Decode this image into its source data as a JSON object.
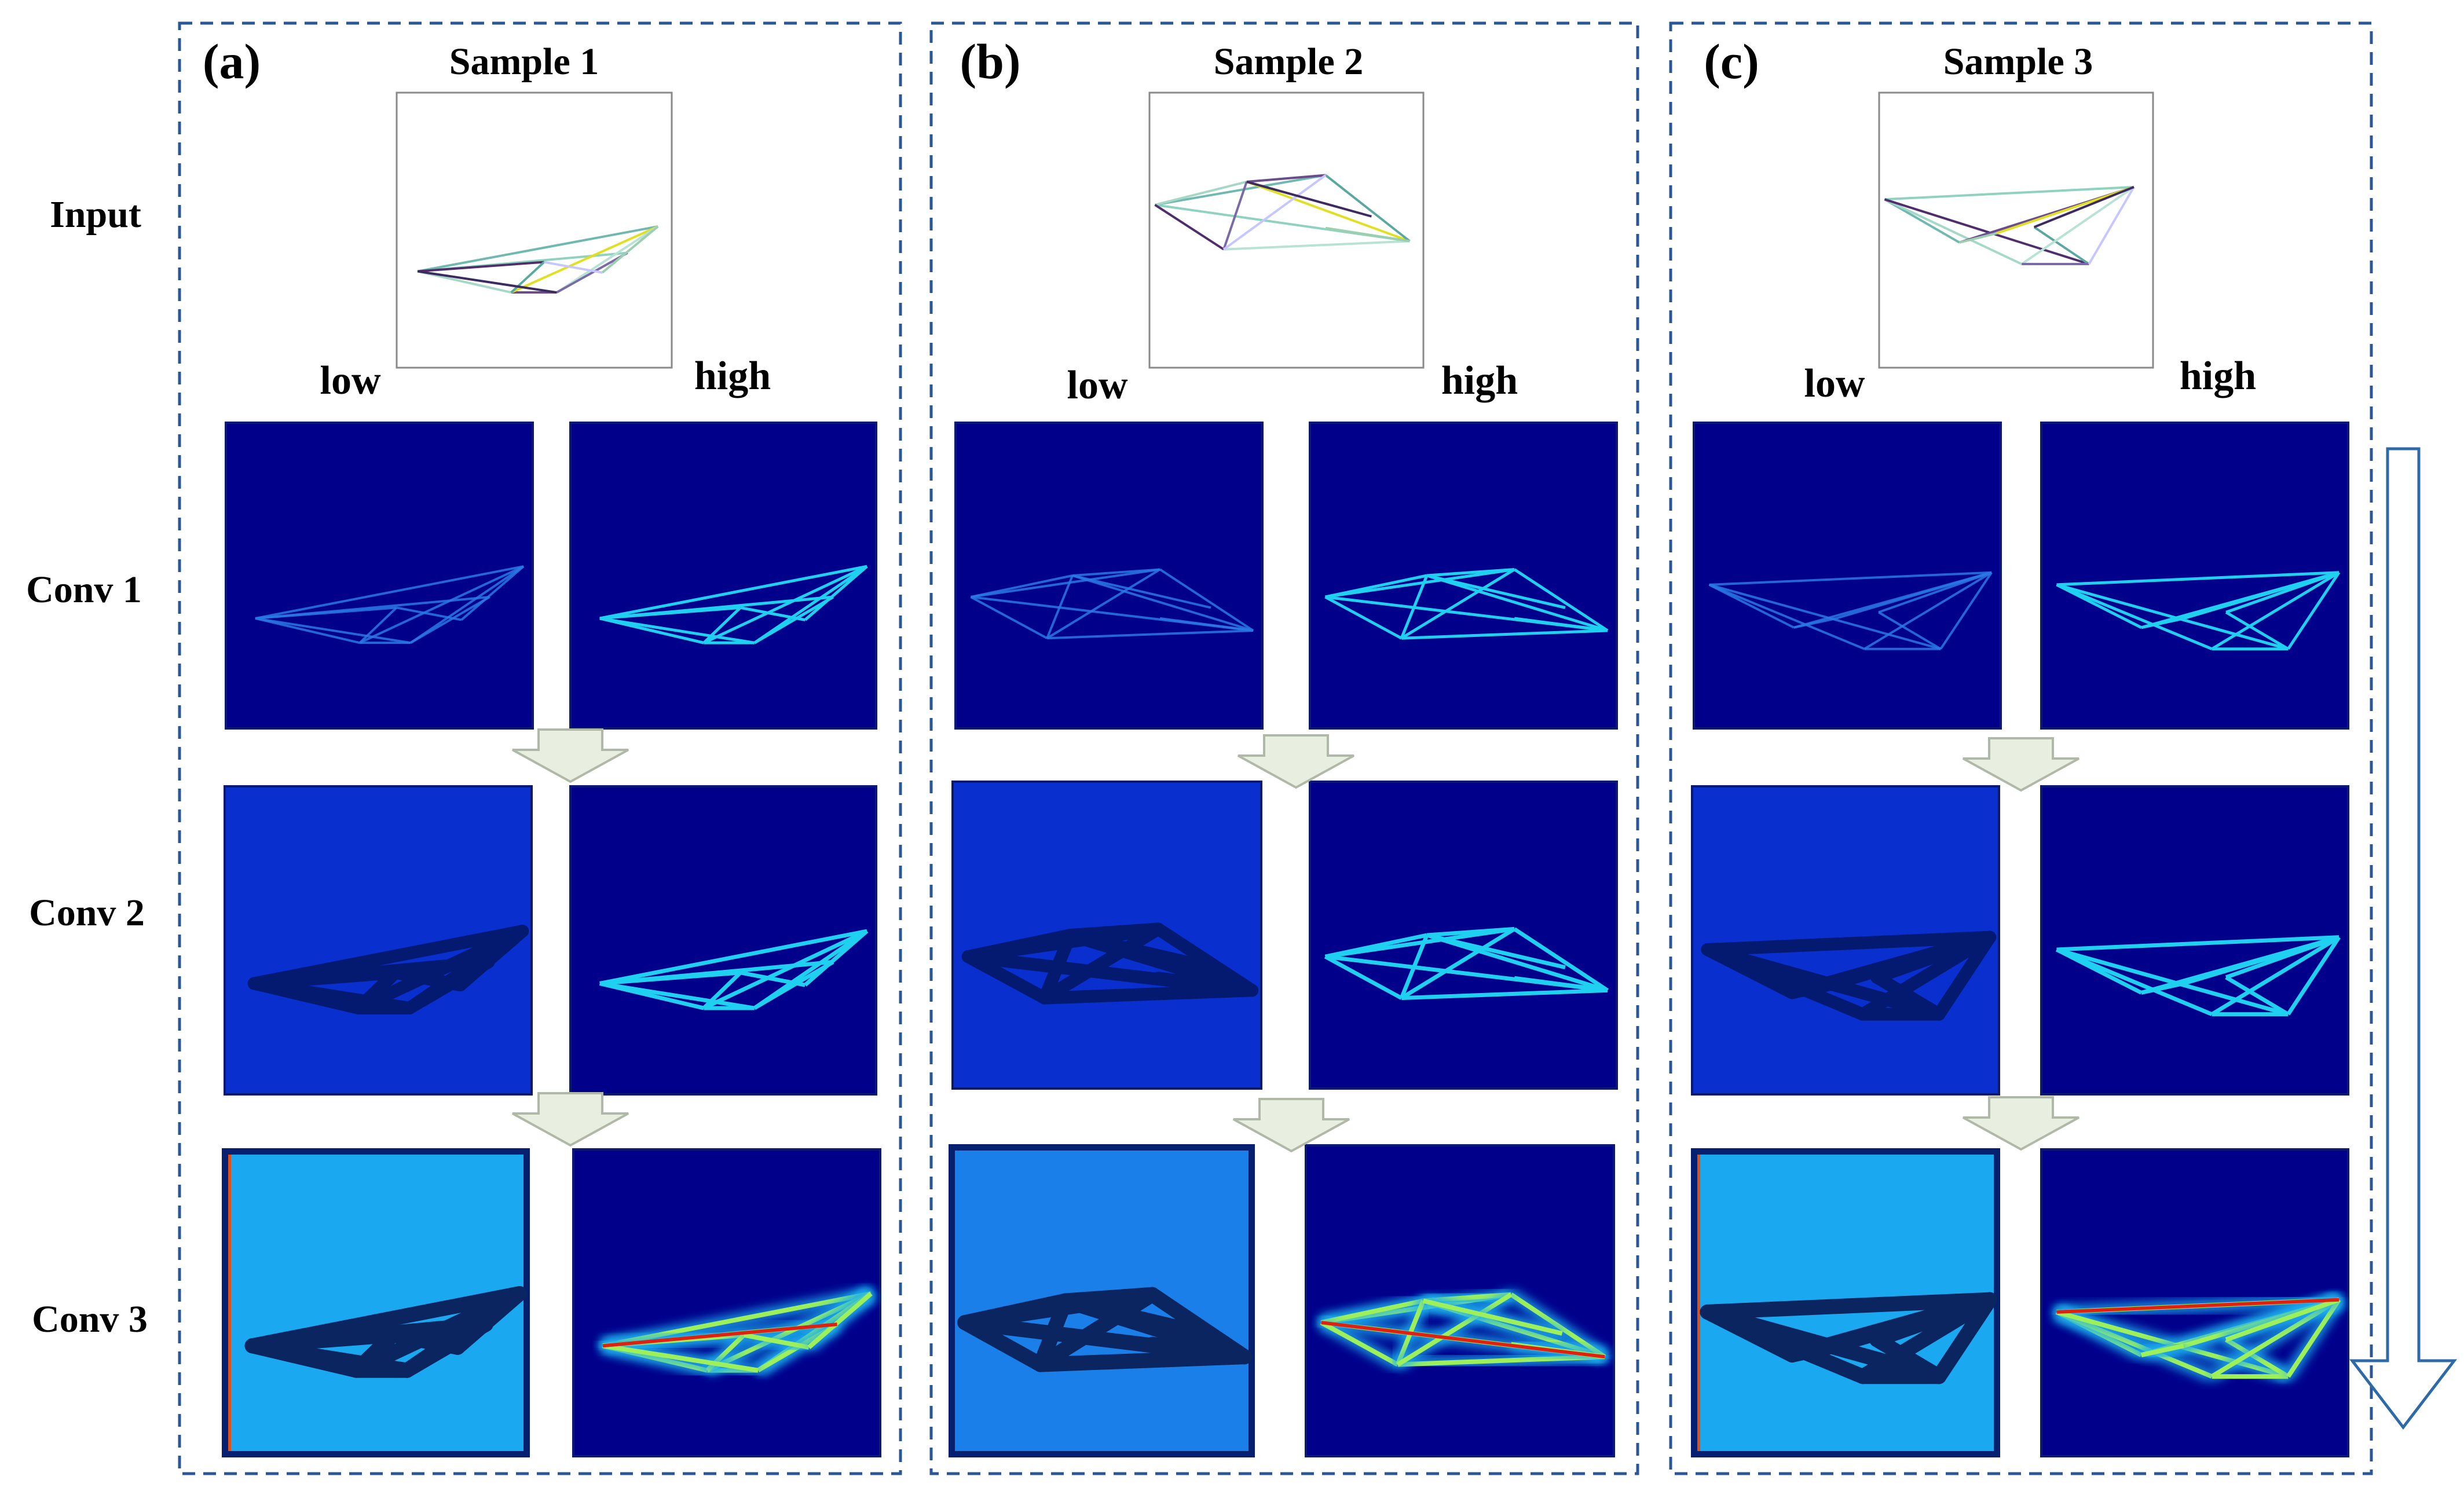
{
  "row_labels": [
    "Input",
    "Conv 1",
    "Conv 2",
    "Conv 3"
  ],
  "level_labels": {
    "low": "low",
    "high": "high"
  },
  "colors": {
    "panel_border": "#2b5797",
    "map_background": "#00008b",
    "arrow_fill": "#e8efe0",
    "arrow_stroke": "#b0b8a8",
    "side_arrow": "#2e6aa8"
  },
  "panels": [
    {
      "tag": "(a)",
      "title": "Sample 1",
      "input_nodes": [
        [
          0.05,
          0.52
        ],
        [
          0.42,
          0.68
        ],
        [
          0.55,
          0.45
        ],
        [
          0.6,
          0.68
        ],
        [
          0.78,
          0.53
        ],
        [
          0.88,
          0.38
        ],
        [
          1.0,
          0.18
        ]
      ],
      "input_edges": [
        [
          0,
          5
        ],
        [
          0,
          6
        ],
        [
          0,
          1
        ],
        [
          0,
          2
        ],
        [
          1,
          3
        ],
        [
          1,
          6
        ],
        [
          1,
          2
        ],
        [
          3,
          6
        ],
        [
          5,
          3
        ],
        [
          2,
          4
        ],
        [
          4,
          6
        ],
        [
          0,
          3
        ]
      ],
      "low_maps": [
        "faint-lines",
        "dark-shape",
        "cyan-field"
      ],
      "high_maps": [
        "bright-lines",
        "bright-lines",
        "hot-lines"
      ]
    },
    {
      "tag": "(b)",
      "title": "Sample 2",
      "input_nodes": [
        [
          0.0,
          0.38
        ],
        [
          0.36,
          0.24
        ],
        [
          0.67,
          0.2
        ],
        [
          0.27,
          0.65
        ],
        [
          0.67,
          0.52
        ],
        [
          1.0,
          0.6
        ],
        [
          0.85,
          0.45
        ]
      ],
      "input_edges": [
        [
          0,
          5
        ],
        [
          0,
          2
        ],
        [
          0,
          1
        ],
        [
          0,
          3
        ],
        [
          1,
          2
        ],
        [
          1,
          5
        ],
        [
          2,
          5
        ],
        [
          3,
          5
        ],
        [
          3,
          1
        ],
        [
          3,
          2
        ],
        [
          4,
          5
        ],
        [
          1,
          6
        ]
      ],
      "low_maps": [
        "faint-lines",
        "dark-shape",
        "cyan-field"
      ],
      "high_maps": [
        "bright-lines",
        "bright-lines",
        "hot-lines"
      ]
    },
    {
      "tag": "(c)",
      "title": "Sample 3",
      "input_nodes": [
        [
          0.0,
          0.3
        ],
        [
          0.3,
          0.58
        ],
        [
          0.45,
          0.52
        ],
        [
          0.6,
          0.48
        ],
        [
          0.55,
          0.72
        ],
        [
          0.82,
          0.72
        ],
        [
          1.0,
          0.22
        ]
      ],
      "input_edges": [
        [
          0,
          6
        ],
        [
          0,
          1
        ],
        [
          0,
          4
        ],
        [
          0,
          5
        ],
        [
          1,
          6
        ],
        [
          2,
          6
        ],
        [
          3,
          5
        ],
        [
          4,
          6
        ],
        [
          4,
          5
        ],
        [
          5,
          6
        ],
        [
          1,
          2
        ],
        [
          3,
          6
        ]
      ],
      "low_maps": [
        "faint-lines",
        "dark-shape",
        "cyan-field"
      ],
      "high_maps": [
        "bright-lines",
        "bright-lines",
        "hot-lines"
      ]
    }
  ]
}
